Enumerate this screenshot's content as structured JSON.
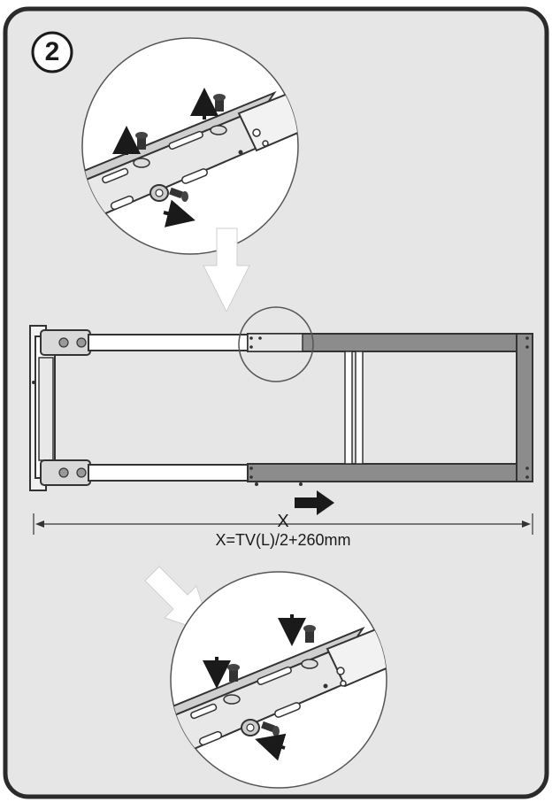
{
  "step": {
    "number": "2"
  },
  "dimension": {
    "label": "X",
    "formula": "X=TV(L)/2+260mm"
  },
  "colors": {
    "panel_bg": "#e6e6e6",
    "frame": "#2b2b2b",
    "rail_dark": "#8c8c8c",
    "rail_light": "#d9d9d9",
    "arrow_white": "#ffffff",
    "ink": "#1a1a1a"
  },
  "icons": {
    "step_badge": "circled-number",
    "screw": "screw-icon",
    "direction": "arrow-icon"
  }
}
